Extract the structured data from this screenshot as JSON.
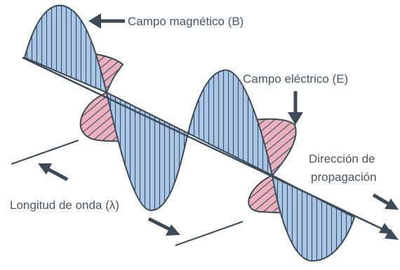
{
  "labels": {
    "magnetic": "Campo magnético (B)",
    "electric": "Campo eléctrico (E)",
    "direction_line1": "Dirección de",
    "direction_line2": "propagación",
    "wavelength": "Longitud de onda (λ)"
  },
  "colors": {
    "magnetic_fill": "#a8c7e8",
    "electric_fill": "#eab0bd",
    "overlap_fill": "#c493bb",
    "stroke": "#3d4b58",
    "text": "#4a5763"
  }
}
